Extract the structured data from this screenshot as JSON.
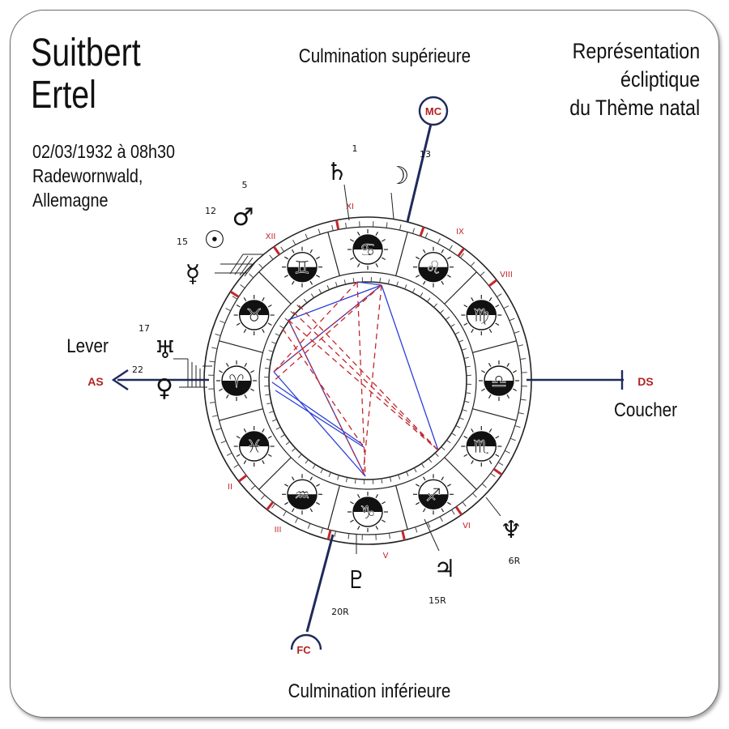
{
  "header": {
    "name_line1": "Suitbert",
    "name_line2": "Ertel",
    "date": "02/03/1932 à 08h30",
    "place_line1": "Radewornwald,",
    "place_line2": "Allemagne"
  },
  "chart_title": {
    "line1": "Représentation",
    "line2": "écliptique",
    "line3": "du Thème natal"
  },
  "captions": {
    "top": "Culmination supérieure",
    "bottom": "Culmination inférieure",
    "left": "Lever",
    "right": "Coucher"
  },
  "axes": {
    "ascendant": "AS",
    "descendant": "DS",
    "midheaven": "MC",
    "imum_coeli": "FC"
  },
  "houses": [
    "XI",
    "IX",
    "VIII",
    "XII",
    "II",
    "III",
    "V",
    "VI"
  ],
  "planets": [
    {
      "name": "saturn",
      "glyph": "♄",
      "degree": "1"
    },
    {
      "name": "moon",
      "glyph": "☽",
      "degree": "13"
    },
    {
      "name": "mars",
      "glyph": "♂",
      "degree": "5"
    },
    {
      "name": "sun",
      "glyph": "☉",
      "degree": "12"
    },
    {
      "name": "mercury",
      "glyph": "☿",
      "degree": "15"
    },
    {
      "name": "uranus",
      "glyph": "♅",
      "degree": "17"
    },
    {
      "name": "venus",
      "glyph": "♀",
      "degree": "22"
    },
    {
      "name": "neptune",
      "glyph": "♆",
      "degree": "6R"
    },
    {
      "name": "jupiter",
      "glyph": "♃",
      "degree": "15R"
    },
    {
      "name": "pluto",
      "glyph": "♇",
      "degree": "20R"
    }
  ],
  "signs": [
    {
      "name": "aries",
      "glyph": "♈"
    },
    {
      "name": "taurus",
      "glyph": "♉"
    },
    {
      "name": "gemini",
      "glyph": "♊"
    },
    {
      "name": "cancer",
      "glyph": "♋"
    },
    {
      "name": "leo",
      "glyph": "♌"
    },
    {
      "name": "virgo",
      "glyph": "♍"
    },
    {
      "name": "libra",
      "glyph": "♎"
    },
    {
      "name": "scorpio",
      "glyph": "♏"
    },
    {
      "name": "sagittarius",
      "glyph": "♐"
    },
    {
      "name": "capricorn",
      "glyph": "♑"
    },
    {
      "name": "aquarius",
      "glyph": "♒"
    },
    {
      "name": "pisces",
      "glyph": "♓"
    }
  ],
  "colors": {
    "axis_line": "#1f2a5a",
    "axis_label": "#b22222",
    "house_tick": "#c0282d",
    "aspect_harmonic": "#2a3fd6",
    "aspect_tense": "#c0282d"
  }
}
